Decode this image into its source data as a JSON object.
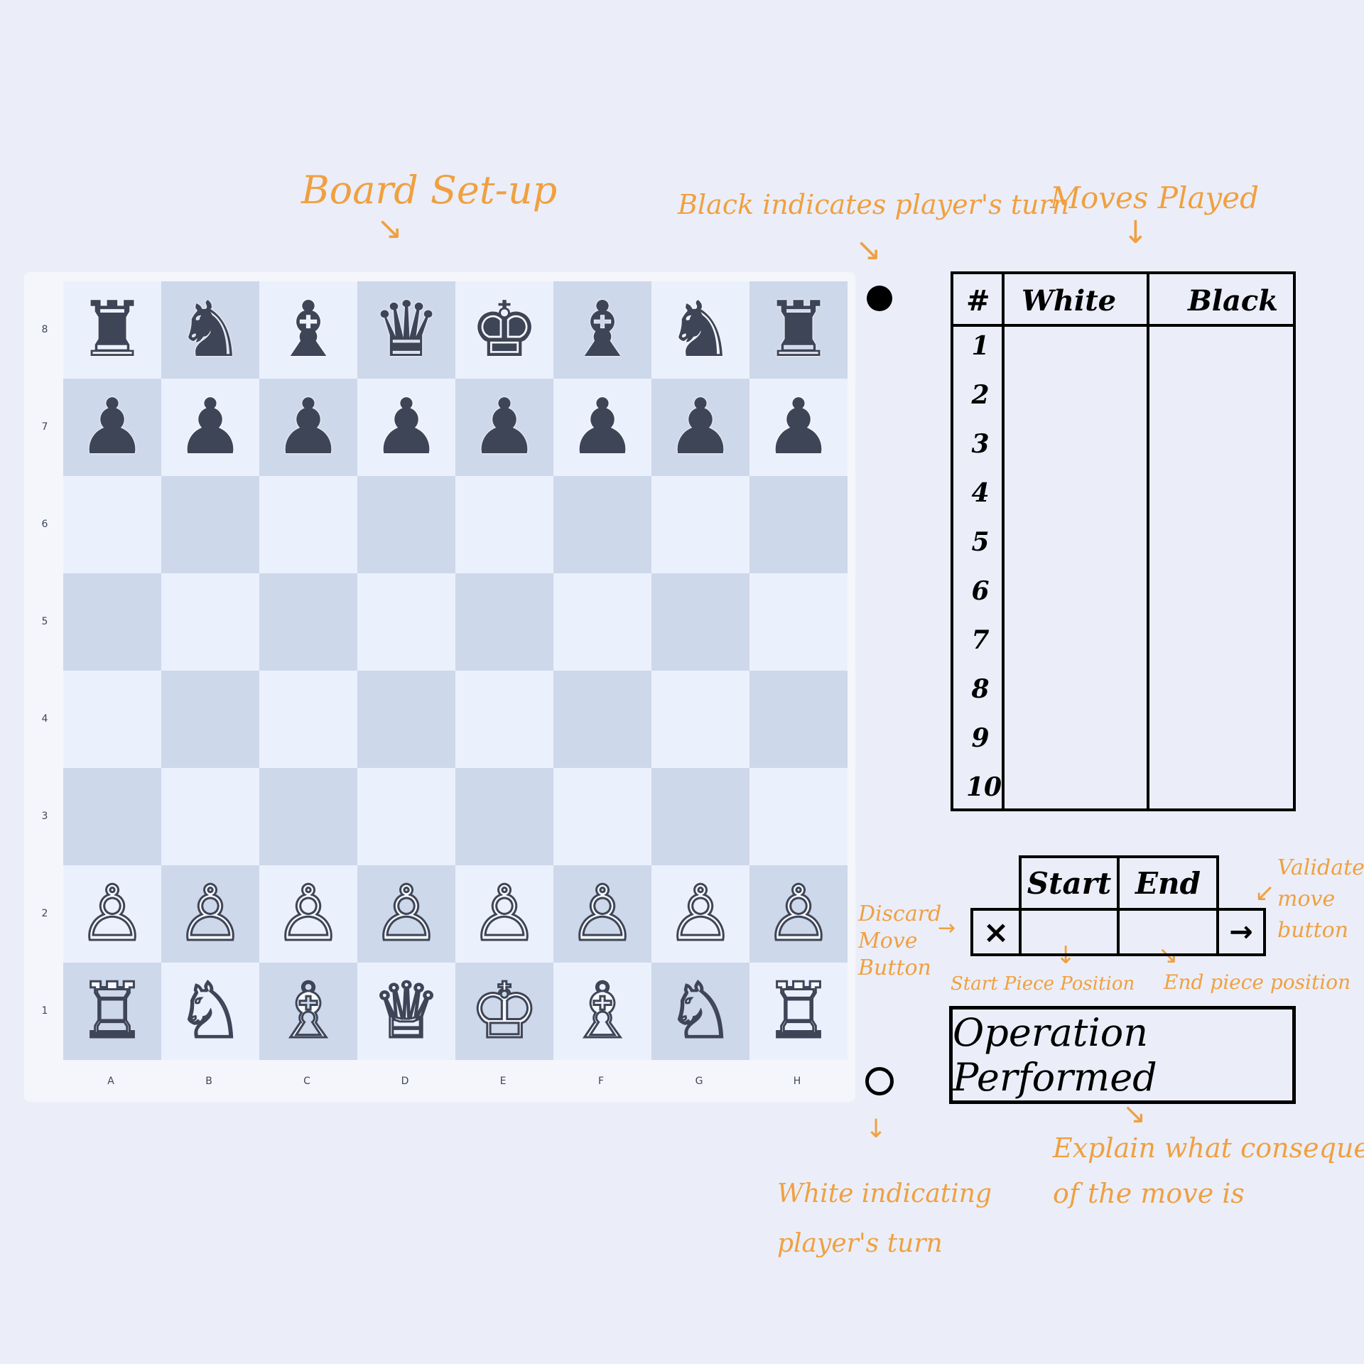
{
  "annotations": {
    "board_setup": "Board  Set-up",
    "black_turn": "Black indicates player's turn",
    "moves_played": "Moves  Played",
    "validate_line1": "Validate",
    "validate_line2": "move",
    "validate_line3": "button",
    "discard_line1": "Discard",
    "discard_line2": "Move",
    "discard_line3": "Button",
    "start_pos": "Start Piece Position",
    "end_pos": "End piece position",
    "explain_line1": "Explain  what  consequence",
    "explain_line2": "of  the  move  is",
    "white_turn_line1": "White indicating",
    "white_turn_line2": "player's turn"
  },
  "board": {
    "rank_labels": [
      "8",
      "7",
      "6",
      "5",
      "4",
      "3",
      "2",
      "1"
    ],
    "file_labels": [
      "A",
      "B",
      "C",
      "D",
      "E",
      "F",
      "G",
      "H"
    ],
    "rows": [
      [
        "♜",
        "♞",
        "♝",
        "♛",
        "♚",
        "♝",
        "♞",
        "♜"
      ],
      [
        "♟",
        "♟",
        "♟",
        "♟",
        "♟",
        "♟",
        "♟",
        "♟"
      ],
      [
        "",
        "",
        "",
        "",
        "",
        "",
        "",
        ""
      ],
      [
        "",
        "",
        "",
        "",
        "",
        "",
        "",
        ""
      ],
      [
        "",
        "",
        "",
        "",
        "",
        "",
        "",
        ""
      ],
      [
        "",
        "",
        "",
        "",
        "",
        "",
        "",
        ""
      ],
      [
        "♙",
        "♙",
        "♙",
        "♙",
        "♙",
        "♙",
        "♙",
        "♙"
      ],
      [
        "♖",
        "♘",
        "♗",
        "♕",
        "♔",
        "♗",
        "♘",
        "♖"
      ]
    ],
    "colors": {
      "light": "#ebf1fc",
      "dark": "#cdd8ea",
      "piece_dark": "#3e4557"
    }
  },
  "move_table": {
    "headers": [
      "#",
      "White",
      "Black"
    ],
    "move_numbers": [
      "1",
      "2",
      "3",
      "4",
      "5",
      "6",
      "7",
      "8",
      "9",
      "10"
    ]
  },
  "entry": {
    "start_label": "Start",
    "end_label": "End",
    "discard_icon": "×",
    "validate_icon": "→",
    "start_value": "",
    "end_value": ""
  },
  "operation": {
    "text": "Operation Performed"
  },
  "accent_color": "#f0a040"
}
